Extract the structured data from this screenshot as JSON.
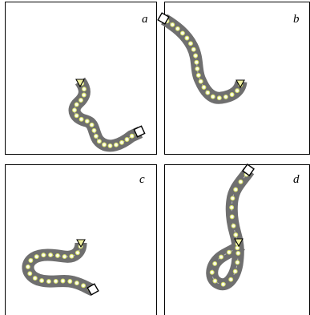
{
  "figure": {
    "panels": [
      {
        "id": "a",
        "label": "a"
      },
      {
        "id": "b",
        "label": "b"
      },
      {
        "id": "c",
        "label": "c"
      },
      {
        "id": "d",
        "label": "d"
      }
    ]
  },
  "colors": {
    "tube": "#6f6f6f",
    "bead_fill": "#fffff0",
    "bead_stroke": "#d9e36a",
    "head_marker": "#f0f0a0",
    "frame": "#000000"
  },
  "icons": {
    "head": "triangle-marker-icon",
    "tail": "square-marker-icon"
  }
}
